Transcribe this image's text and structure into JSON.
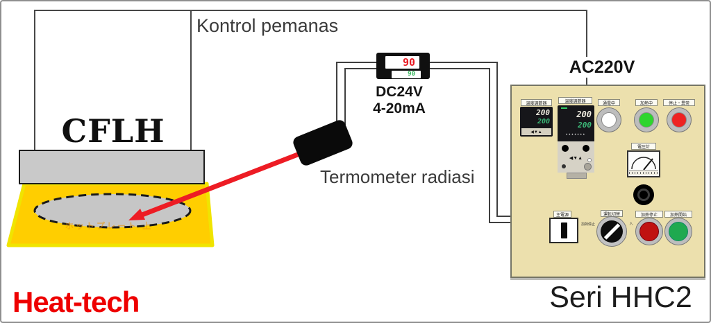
{
  "labels": {
    "heater_control": "Kontrol pemanas",
    "heater_model": "CFLH",
    "pad_text": "ホットプレート 上",
    "thermometer": "Termometer radiasi",
    "dc_power": "DC24V",
    "signal_range": "4-20mA",
    "ac_power": "AC220V",
    "series": "Seri HHC2",
    "brand": "Heat-tech"
  },
  "inline_display": {
    "red_value": "90",
    "green_value": "90"
  },
  "panel": {
    "controllers": [
      {
        "label": "温度調節器",
        "pv": "200",
        "sv": "200",
        "keys": "◀▼▲"
      },
      {
        "label": "温度調節器",
        "pv": "200",
        "sv": "200",
        "keys": "◀▼▲"
      }
    ],
    "lamps": [
      {
        "label": "通電中",
        "color": "#ffffff"
      },
      {
        "label": "加熱中",
        "color": "#2ed52e"
      },
      {
        "label": "停止・異常",
        "color": "#ee2222"
      }
    ],
    "voltmeter_label": "電圧計",
    "main_switch_label": "主電源",
    "selector": {
      "label": "運転切替",
      "left_caption": "加熱停止",
      "right_caption": "入"
    },
    "buttons": [
      {
        "label": "加熱停止",
        "color": "#c01111"
      },
      {
        "label": "加熱開始",
        "color": "#1fa94f"
      }
    ]
  },
  "colors": {
    "beam": "#ed1c24",
    "pad": "#ffce00",
    "pad_edge": "#f0e400",
    "panel_bg": "#ece0ad",
    "red_display": "#e81c24",
    "green_display": "#2fb457",
    "brand_red": "#ee0000"
  }
}
